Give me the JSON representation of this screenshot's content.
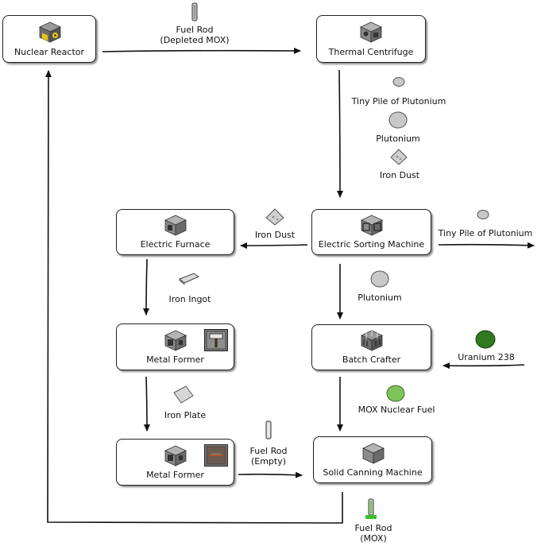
{
  "nodes": {
    "nuclear_reactor": "Nuclear Reactor",
    "thermal_centrifuge": "Thermal Centrifuge",
    "electric_sorting_machine": "Electric Sorting Machine",
    "electric_furnace": "Electric Furnace",
    "metal_former_1": "Metal Former",
    "metal_former_2": "Metal Former",
    "batch_crafter": "Batch Crafter",
    "solid_canning_machine": "Solid Canning Machine"
  },
  "items": {
    "fuel_rod_depleted_line1": "Fuel Rod",
    "fuel_rod_depleted_line2": "(Depleted MOX)",
    "tiny_pile_plutonium_1": "Tiny Pile of Plutonium",
    "plutonium_1": "Plutonium",
    "iron_dust_1": "Iron Dust",
    "iron_dust_2": "Iron Dust",
    "tiny_pile_plutonium_2": "Tiny Pile of Plutonium",
    "iron_ingot": "Iron Ingot",
    "plutonium_2": "Plutonium",
    "uranium_238": "Uranium 238",
    "iron_plate": "Iron Plate",
    "mox_nuclear_fuel": "MOX Nuclear Fuel",
    "fuel_rod_empty_line1": "Fuel Rod",
    "fuel_rod_empty_line2": "(Empty)",
    "fuel_rod_mox_line1": "Fuel Rod",
    "fuel_rod_mox_line2": "(MOX)"
  },
  "colors": {
    "line": "#111111",
    "machine_grey": "#8a8a8a",
    "plutonium": "#c8c8c8",
    "uranium": "#2f7a1f",
    "mox": "#7fc35a",
    "reactor_yellow": "#e8c21a"
  },
  "icons": {
    "reactor": "nuclear-reactor-icon",
    "machine": "machine-block-icon",
    "hammer": "hammer-icon",
    "cutter": "cutting-mode-icon"
  }
}
